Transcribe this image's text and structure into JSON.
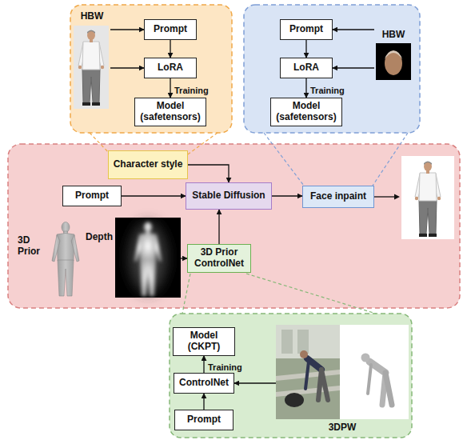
{
  "diagram": {
    "nodes": [
      {
        "text": [
          "HBW"
        ]
      },
      {
        "text": [
          "Prompt"
        ]
      },
      {
        "text": [
          "LoRA"
        ]
      },
      {
        "text": [
          "Model (safetensors)"
        ]
      },
      {
        "text": [
          "Prompt"
        ]
      },
      {
        "text": [
          "LoRA"
        ]
      },
      {
        "text": [
          "Model (safetensors)"
        ]
      },
      {
        "text": [
          "HBW"
        ]
      },
      {
        "text": [
          "Character style"
        ]
      },
      {
        "text": [
          "Prompt"
        ]
      },
      {
        "text": [
          "Stable Diffusion"
        ]
      },
      {
        "text": [
          "Face inpaint"
        ]
      },
      {
        "text": [
          "3D Prior",
          "Depth"
        ]
      },
      {
        "text": [
          "3D Prior ControlNet"
        ]
      },
      {
        "text": [
          "Model (CKPT)"
        ]
      },
      {
        "text": [
          "ControlNet"
        ]
      },
      {
        "text": [
          "Prompt"
        ]
      },
      {
        "text": [
          "3DPW"
        ]
      }
    ],
    "edges": [
      {
        "from": 0,
        "to": 1,
        "arrow": "to"
      },
      {
        "from": 0,
        "to": 2,
        "arrow": "to"
      },
      {
        "from": 1,
        "to": 2,
        "arrow": "to"
      },
      {
        "from": 2,
        "to": 3,
        "arrow": "to",
        "label": "Training"
      },
      {
        "from": 7,
        "to": 4,
        "arrow": "to"
      },
      {
        "from": 7,
        "to": 5,
        "arrow": "to"
      },
      {
        "from": 4,
        "to": 5,
        "arrow": "to"
      },
      {
        "from": 5,
        "to": 6,
        "arrow": "to",
        "label": "Training"
      },
      {
        "from": 8,
        "to": 10,
        "arrow": "to"
      },
      {
        "from": 9,
        "to": 10,
        "arrow": "to"
      },
      {
        "from": 13,
        "to": 10,
        "arrow": "to"
      },
      {
        "from": 10,
        "to": 11,
        "arrow": "to"
      },
      {
        "from": 12,
        "to": 13,
        "arrow": "to"
      },
      {
        "from": 16,
        "to": 15,
        "arrow": "to"
      },
      {
        "from": 15,
        "to": 14,
        "arrow": "to",
        "label": "Training"
      },
      {
        "from": 17,
        "to": 15,
        "arrow": "to"
      }
    ]
  }
}
